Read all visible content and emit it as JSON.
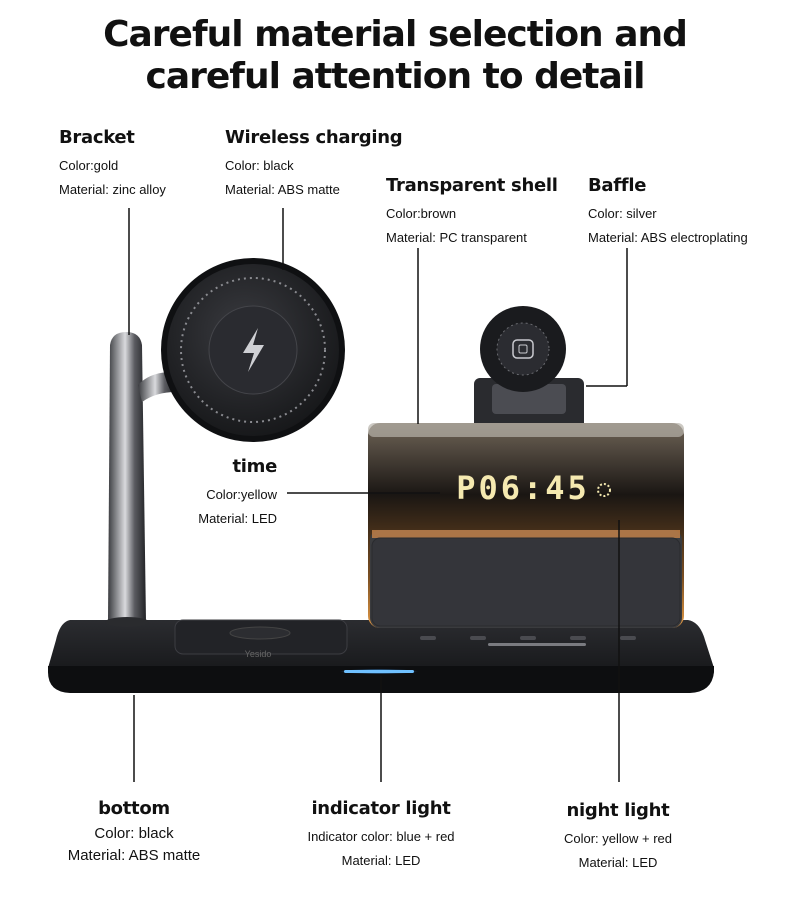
{
  "title": {
    "line1": "Careful material selection and",
    "line2": "careful attention to detail"
  },
  "callouts": {
    "bracket": {
      "name": "Bracket",
      "color": "Color:gold",
      "material": "Material: zinc alloy"
    },
    "wireless": {
      "name": "Wireless charging",
      "color": "Color: black",
      "material": "Material: ABS matte"
    },
    "shell": {
      "name": "Transparent shell",
      "color": "Color:brown",
      "material": "Material: PC transparent"
    },
    "baffle": {
      "name": "Baffle",
      "color": "Color: silver",
      "material": "Material: ABS electroplating"
    },
    "time": {
      "name": "time",
      "color": "Color:yellow",
      "material": "Material: LED"
    },
    "bottom": {
      "name": "bottom",
      "color": "Color: black",
      "material": "Material: ABS matte"
    },
    "indicator": {
      "name": "indicator light",
      "color": "Indicator color: blue + red",
      "material": "Material: LED"
    },
    "night": {
      "name": "night light",
      "color": "Color: yellow + red",
      "material": "Material: LED"
    }
  },
  "product": {
    "display_text": "P06:45",
    "brand": "Yesido"
  },
  "colors": {
    "led_yellow": "#f5e9b0",
    "indicator_blue": "#4aa8ff",
    "glow": "#f0a040",
    "body_black": "#1c1d20"
  }
}
